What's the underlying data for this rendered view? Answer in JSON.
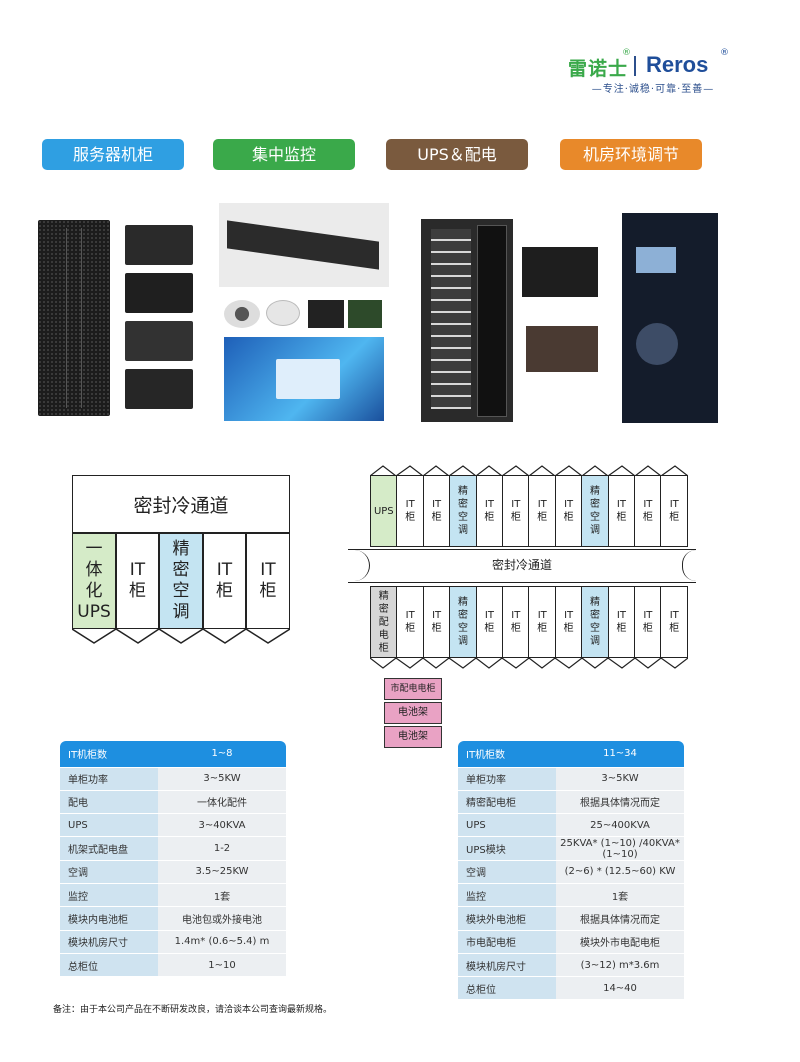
{
  "brand": {
    "cn_name": "雷诺士",
    "en_name": "Reros",
    "slogan": "—专注·诚稳·可靠·至善—"
  },
  "categories": [
    {
      "label": "服务器机柜",
      "color": "#2f9fe2"
    },
    {
      "label": "集中监控",
      "color": "#3aa94a"
    },
    {
      "label": "UPS＆配电",
      "color": "#7a5a3e"
    },
    {
      "label": "机房环境调节",
      "color": "#e8892a"
    }
  ],
  "product_images": [
    {
      "name": "server-rack-front"
    },
    {
      "name": "rack-detail-1"
    },
    {
      "name": "rack-detail-2"
    },
    {
      "name": "rack-detail-3"
    },
    {
      "name": "rack-detail-4"
    },
    {
      "name": "monitoring-host-unit"
    },
    {
      "name": "dome-camera"
    },
    {
      "name": "smoke-sensor"
    },
    {
      "name": "controller-module"
    },
    {
      "name": "circuit-board"
    },
    {
      "name": "monitoring-software-screen"
    },
    {
      "name": "distribution-cabinet"
    },
    {
      "name": "ups-rack-unit"
    },
    {
      "name": "ups-tower-unit"
    },
    {
      "name": "precision-ac-cabinet"
    }
  ],
  "diagram_small": {
    "aisle_label": "密封冷通道",
    "cells": [
      {
        "label": "一\n体\n化\nUPS",
        "type": "ups"
      },
      {
        "label": "IT\n柜",
        "type": "it"
      },
      {
        "label": "精\n密\n空\n调",
        "type": "ac"
      },
      {
        "label": "IT\n柜",
        "type": "it"
      },
      {
        "label": "IT\n柜",
        "type": "it"
      }
    ]
  },
  "diagram_large": {
    "aisle_label": "密封冷通道",
    "top_row": [
      "UPS",
      "IT\n柜",
      "IT\n柜",
      "精\n密\n空\n调",
      "IT\n柜",
      "IT\n柜",
      "IT\n柜",
      "IT\n柜",
      "精\n密\n空\n调",
      "IT\n柜",
      "IT\n柜",
      "IT\n柜"
    ],
    "bottom_row": [
      "精\n密\n配\n电\n柜",
      "IT\n柜",
      "IT\n柜",
      "精\n密\n空\n调",
      "IT\n柜",
      "IT\n柜",
      "IT\n柜",
      "IT\n柜",
      "精\n密\n空\n调",
      "IT\n柜",
      "IT\n柜",
      "IT\n柜"
    ],
    "extras": [
      "市配电电柜",
      "电池架",
      "电池架"
    ]
  },
  "table_small": {
    "header": {
      "key": "IT机柜数",
      "value": "1~8"
    },
    "rows": [
      {
        "key": "单柜功率",
        "value": "3~5KW"
      },
      {
        "key": "配电",
        "value": "一体化配件"
      },
      {
        "key": "UPS",
        "value": "3~40KVA"
      },
      {
        "key": "机架式配电盘",
        "value": "1-2"
      },
      {
        "key": "空调",
        "value": "3.5~25KW"
      },
      {
        "key": "监控",
        "value": "1套"
      },
      {
        "key": "模块内电池柜",
        "value": "电池包或外接电池"
      },
      {
        "key": "模块机房尺寸",
        "value": "1.4m* (0.6~5.4) m"
      },
      {
        "key": "总柜位",
        "value": "1~10"
      }
    ]
  },
  "table_large": {
    "header": {
      "key": "IT机柜数",
      "value": "11~34"
    },
    "rows": [
      {
        "key": "单柜功率",
        "value": "3~5KW"
      },
      {
        "key": "精密配电柜",
        "value": "根据具体情况而定"
      },
      {
        "key": "UPS",
        "value": "25~400KVA"
      },
      {
        "key": "UPS模块",
        "value": "25KVA* (1~10) /40KVA* (1~10)"
      },
      {
        "key": "空调",
        "value": "(2~6) * (12.5~60) KW"
      },
      {
        "key": "监控",
        "value": "1套"
      },
      {
        "key": "模块外电池柜",
        "value": "根据具体情况而定"
      },
      {
        "key": "市电配电柜",
        "value": "模块外市电配电柜"
      },
      {
        "key": "模块机房尺寸",
        "value": "(3~12) m*3.6m"
      },
      {
        "key": "总柜位",
        "value": "14~40"
      }
    ]
  },
  "footnote": "备注：由于本公司产品在不断研发改良，请洽谈本公司查询最新规格。"
}
